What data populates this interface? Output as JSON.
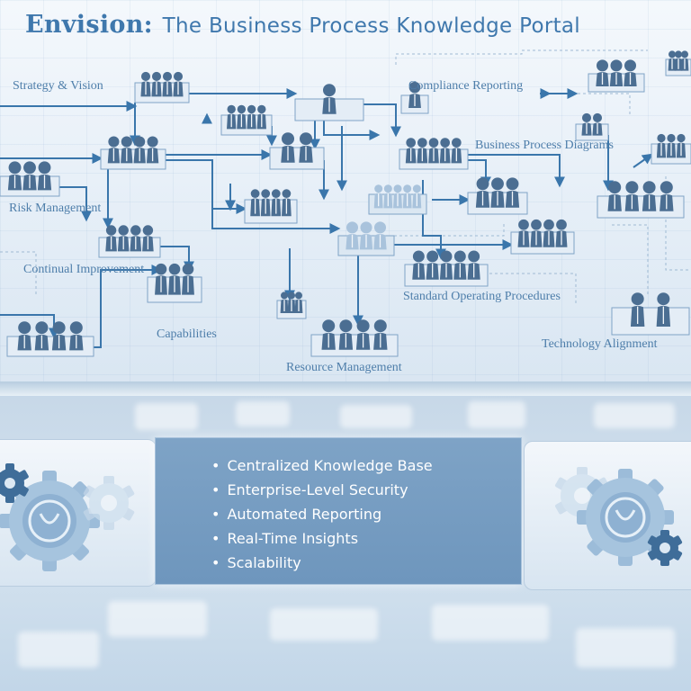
{
  "header": {
    "brand": "Envision:",
    "title": "The Business Process Knowledge Portal"
  },
  "diagram": {
    "labels": {
      "strategy": "Strategy & Vision",
      "compliance": "Compliance Reporting",
      "bpd": "Business Process Diagrams",
      "risk": "Risk Management",
      "continual": "Continual Improvement",
      "capabilities": "Capabilities",
      "sop": "Standard Operating Procedures",
      "resource": "Resource Management",
      "technology": "Technology Alignment"
    },
    "node_people_counts": [
      4,
      3,
      4,
      4,
      4,
      3,
      4,
      2,
      4,
      1,
      3,
      5,
      5,
      3,
      1,
      4,
      5,
      3,
      4,
      4,
      3,
      2,
      3,
      2,
      3
    ],
    "colors": {
      "accent": "#3f78ad",
      "figure": "#4b6e92",
      "line": "#3a76ab",
      "panel": "#7ea3c6",
      "text_light": "#ffffff"
    }
  },
  "features": {
    "items": [
      "Centralized Knowledge Base",
      "Enterprise-Level Security",
      "Automated Reporting",
      "Real-Time Insights",
      "Scalability"
    ]
  }
}
